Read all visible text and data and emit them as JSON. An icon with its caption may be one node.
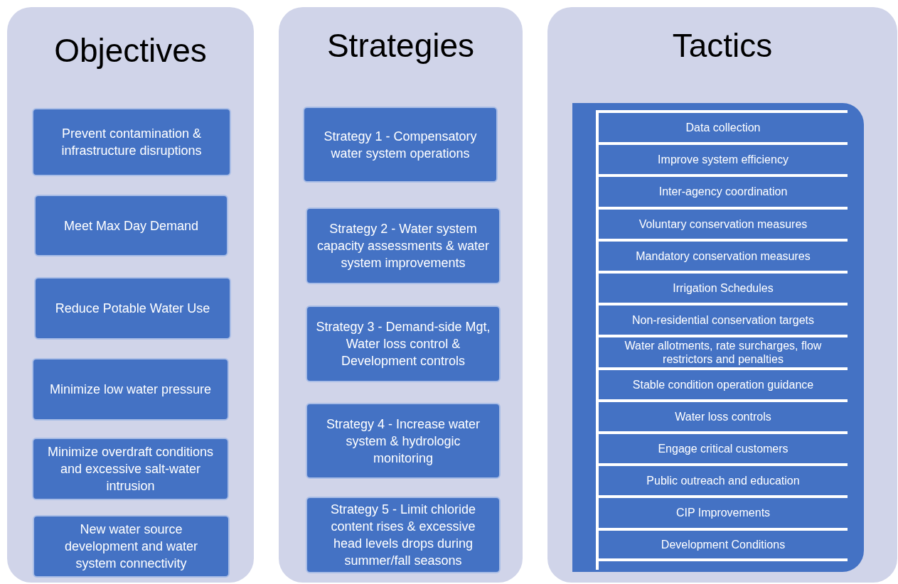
{
  "diagram": {
    "nodes": [
      {
        "text": [
          "Objectives"
        ]
      },
      {
        "text": [
          "Prevent contamination & infrastructure disruptions"
        ],
        "in": 0
      },
      {
        "text": [
          "Meet Max Day Demand"
        ],
        "in": 0
      },
      {
        "text": [
          "Reduce Potable Water Use"
        ],
        "in": 0
      },
      {
        "text": [
          "Minimize low water pressure"
        ],
        "in": 0
      },
      {
        "text": [
          "Minimize overdraft conditions and excessive salt-water intrusion"
        ],
        "in": 0
      },
      {
        "text": [
          "New water source development and water system connectivity"
        ],
        "in": 0
      },
      {
        "text": [
          "Strategies"
        ]
      },
      {
        "text": [
          "Strategy 1 - Compensatory water system operations"
        ],
        "in": 7
      },
      {
        "text": [
          "Strategy 2 - Water system capacity assessments & water system improvements"
        ],
        "in": 7
      },
      {
        "text": [
          "Strategy 3 - Demand-side Mgt, Water loss control & Development controls"
        ],
        "in": 7
      },
      {
        "text": [
          "Strategy 4 - Increase water system & hydrologic monitoring"
        ],
        "in": 7
      },
      {
        "text": [
          "Strategy 5 - Limit chloride content rises & excessive head levels drops during summer/fall seasons"
        ],
        "in": 7
      },
      {
        "text": [
          "Tactics"
        ]
      },
      {
        "text": [
          "Data collection"
        ],
        "in": 13
      },
      {
        "text": [
          "Improve system efficiency"
        ],
        "in": 13
      },
      {
        "text": [
          "Inter-agency coordination"
        ],
        "in": 13
      },
      {
        "text": [
          "Voluntary conservation measures"
        ],
        "in": 13
      },
      {
        "text": [
          "Mandatory conservation measures"
        ],
        "in": 13
      },
      {
        "text": [
          "Irrigation Schedules"
        ],
        "in": 13
      },
      {
        "text": [
          "Non-residential conservation targets"
        ],
        "in": 13
      },
      {
        "text": [
          "Water allotments, rate surcharges, flow restrictors and penalties"
        ],
        "in": 13
      },
      {
        "text": [
          "Stable condition operation guidance"
        ],
        "in": 13
      },
      {
        "text": [
          "Water loss controls"
        ],
        "in": 13
      },
      {
        "text": [
          "Engage critical customers"
        ],
        "in": 13
      },
      {
        "text": [
          "Public outreach and education"
        ],
        "in": 13
      },
      {
        "text": [
          "CIP Improvements"
        ],
        "in": 13
      },
      {
        "text": [
          "Development Conditions"
        ],
        "in": 13
      }
    ],
    "edges": []
  }
}
